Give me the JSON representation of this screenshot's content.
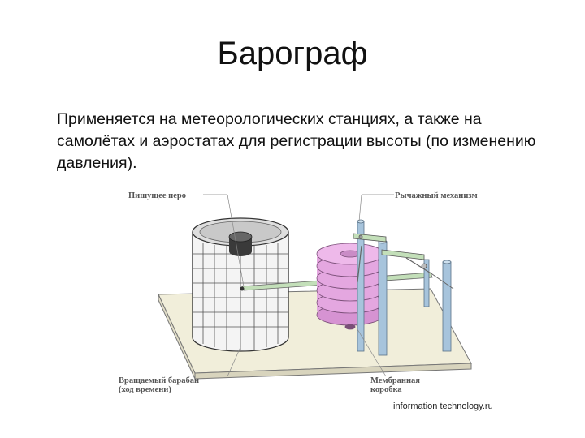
{
  "slide": {
    "title": "Барограф",
    "text": "Применяется на метеорологических станциях, а также на самолётах и аэростатах для регистрации высоты (по изменению давления)."
  },
  "figure": {
    "labels": {
      "pen": "Пишущее перо",
      "lever": "Рычажный механизм",
      "drum_line1": "Вращаемый барабан",
      "drum_line2": "(ход времени)",
      "box_line1": "Мембранная",
      "box_line2": "коробка"
    },
    "source": "information technology.ru"
  },
  "colors": {
    "box": "#e4a7e0",
    "drum_grid": "#555555",
    "pole": "#a7c4dc",
    "arm": "#c3dfb9"
  }
}
